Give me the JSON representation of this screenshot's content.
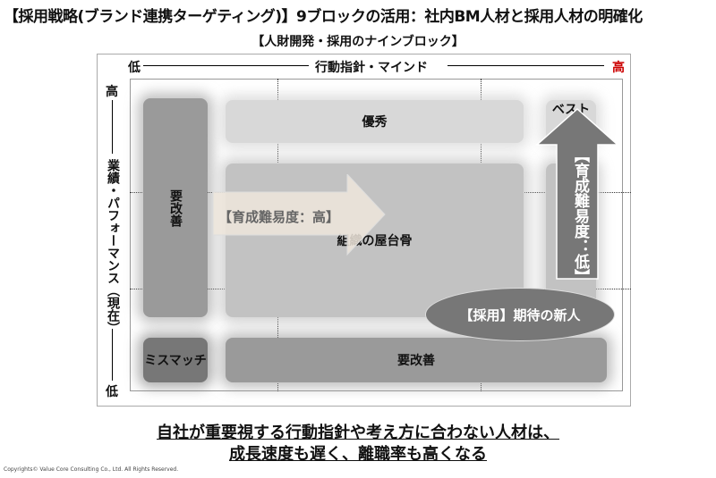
{
  "title": "【採用戦略(ブランド連携ターゲティング)】9ブロックの活用：社内BM人材と採用人材の明確化",
  "subtitle": "【人財開発・採用のナインブロック】",
  "x_axis": {
    "low": "低",
    "label": "行動指針・マインド",
    "high": "高"
  },
  "y_axis": {
    "high": "高",
    "label": "業績・パフォーマンス（現在）",
    "low": "低"
  },
  "blocks": {
    "left_top": "要改善",
    "excellent": "優秀",
    "best": "ベスト",
    "core": "組織の屋台骨",
    "mismatch": "ミスマッチ",
    "bottom": "要改善"
  },
  "arrows": {
    "right": "【育成難易度：高】",
    "up": "【育成難易度：低】"
  },
  "ellipse": "【採用】期待の新人",
  "conclusion": [
    "自社が重要視する行動指針や考え方に合わない人材は、",
    "成長速度も遅く、離職率も高くなる"
  ],
  "copyright": "Copyrights© Value Core Consulting Co., Ltd.  All Rights Reserved.",
  "colors": {
    "high": "#cc0000",
    "up_arrow": "#777777",
    "right_arrow": "#efe6dc"
  }
}
